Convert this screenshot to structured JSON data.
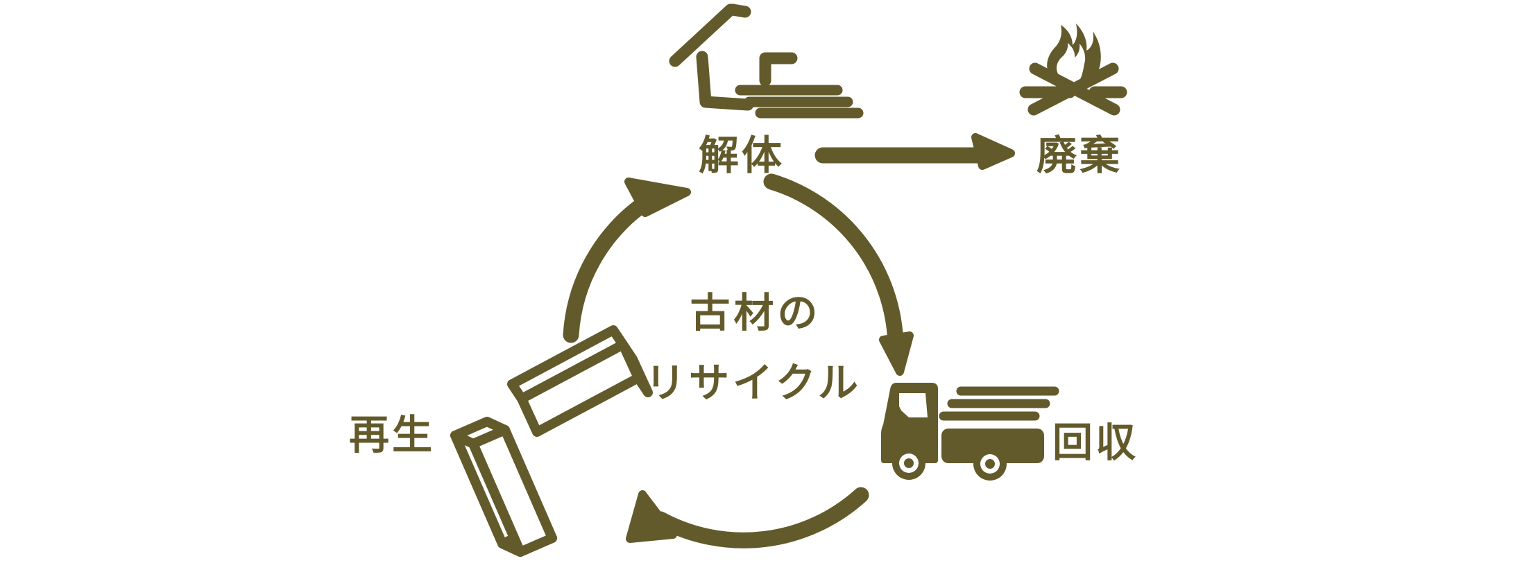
{
  "colors": {
    "ink": "#635A2B",
    "background": "#ffffff"
  },
  "title": {
    "line1": "古材の",
    "line2": "リサイクル"
  },
  "nodes": {
    "demolition": {
      "label": "解体",
      "icon": "demolished-house-icon"
    },
    "disposal": {
      "label": "廃棄",
      "icon": "bonfire-icon"
    },
    "collection": {
      "label": "回収",
      "icon": "dump-truck-icon"
    },
    "regeneration": {
      "label": "再生",
      "icon": "lumber-beams-icon"
    }
  },
  "arrows": [
    {
      "from": "解体",
      "to": "廃棄",
      "style": "straight"
    },
    {
      "from": "解体",
      "to": "回収",
      "style": "arc-clockwise"
    },
    {
      "from": "回収",
      "to": "再生",
      "style": "arc-clockwise"
    },
    {
      "from": "再生",
      "to": "解体",
      "style": "arc-clockwise"
    }
  ]
}
